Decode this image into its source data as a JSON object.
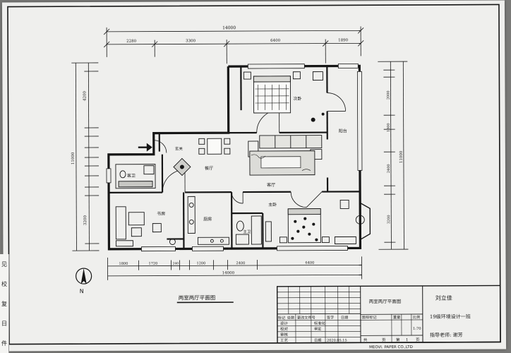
{
  "drawing": {
    "title": "两室两厅平面图",
    "north_label": "N"
  },
  "rooms": {
    "bedroom_main": "次卧",
    "bedroom_master": "主卧",
    "living": "客厅",
    "dining": "餐厅",
    "study": "书房",
    "kitchen": "厨房",
    "bath_guest": "客卫",
    "bath_master": "主卫",
    "balcony": "阳台",
    "foyer": "玄关"
  },
  "dimensions": {
    "overall_top": "14000",
    "top_segments": [
      "2280",
      "3300",
      "6400",
      "1890"
    ],
    "overall_bottom": "14000",
    "bottom_segments": [
      "1800",
      "1720",
      "240",
      "1200",
      "2400",
      "6400"
    ],
    "overall_left": "11000",
    "overall_right": "11000",
    "left_segments": [
      "4200",
      "3200"
    ],
    "right_segments": [
      "2000",
      "1800",
      "2400",
      "3200"
    ]
  },
  "title_block": {
    "student_name": "刘立佳",
    "class_name": "19级环境设计一班",
    "instructor": "指导老师: 谢芳",
    "drawing_name": "两室两厅平面图",
    "header_cells": [
      "标记",
      "处数",
      "更改文件号",
      "签字",
      "日期"
    ],
    "row_labels": [
      "设计",
      "校对",
      "审核",
      "工艺"
    ],
    "mid_labels": [
      "标准化",
      "审定",
      "日期"
    ],
    "date_value": "2020.05.15",
    "sample_mark": "图样标记",
    "weight": "重量",
    "scale": "比例",
    "scale_value": "1:70",
    "total": "共",
    "sheets": "页",
    "page_no": "第",
    "page_value": "1",
    "paper_brand": "MEOVI. PAPER CO.,LTD"
  },
  "margin_strip": [
    "见",
    "校",
    "复",
    "日",
    "件"
  ]
}
